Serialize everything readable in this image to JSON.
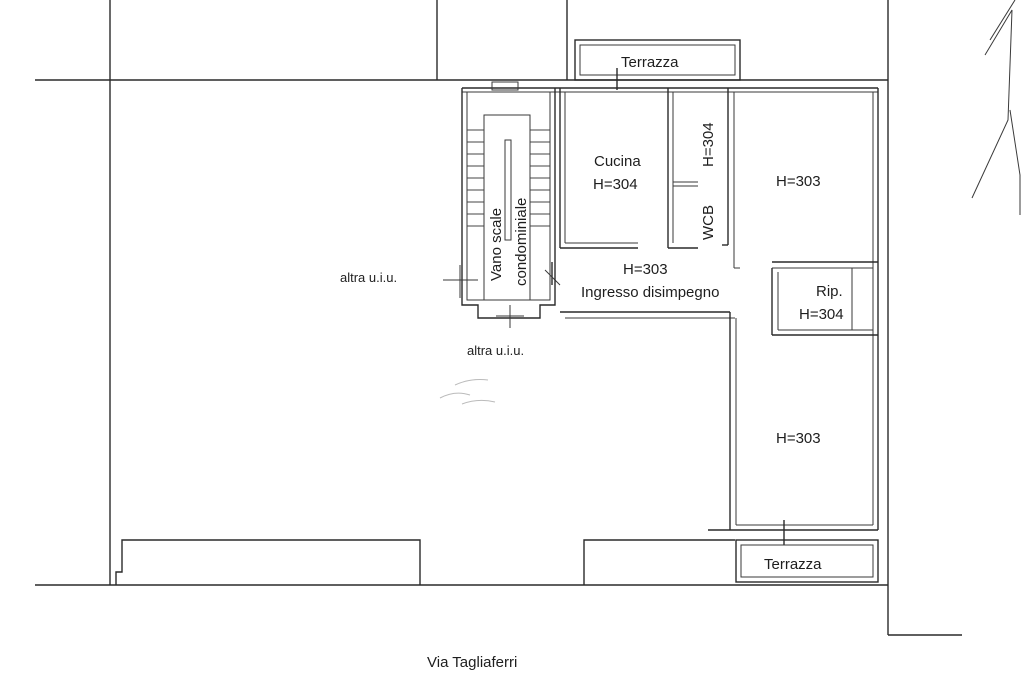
{
  "plan": {
    "street": "Via Tagliaferri",
    "labels": {
      "terrazza_top": "Terrazza",
      "terrazza_bottom": "Terrazza",
      "cucina_name": "Cucina",
      "cucina_height": "H=304",
      "wc_height": "H=304",
      "wc_name": "WCB",
      "room1_height": "H=303",
      "vano_line1": "Vano scale",
      "vano_line2": "condominiale",
      "altra_left": "altra u.i.u.",
      "altra_bottom": "altra u.i.u.",
      "ingresso_height": "H=303",
      "ingresso_name": "Ingresso disimpegno",
      "rip_name": "Rip.",
      "rip_height": "H=304",
      "room2_height": "H=303"
    }
  }
}
